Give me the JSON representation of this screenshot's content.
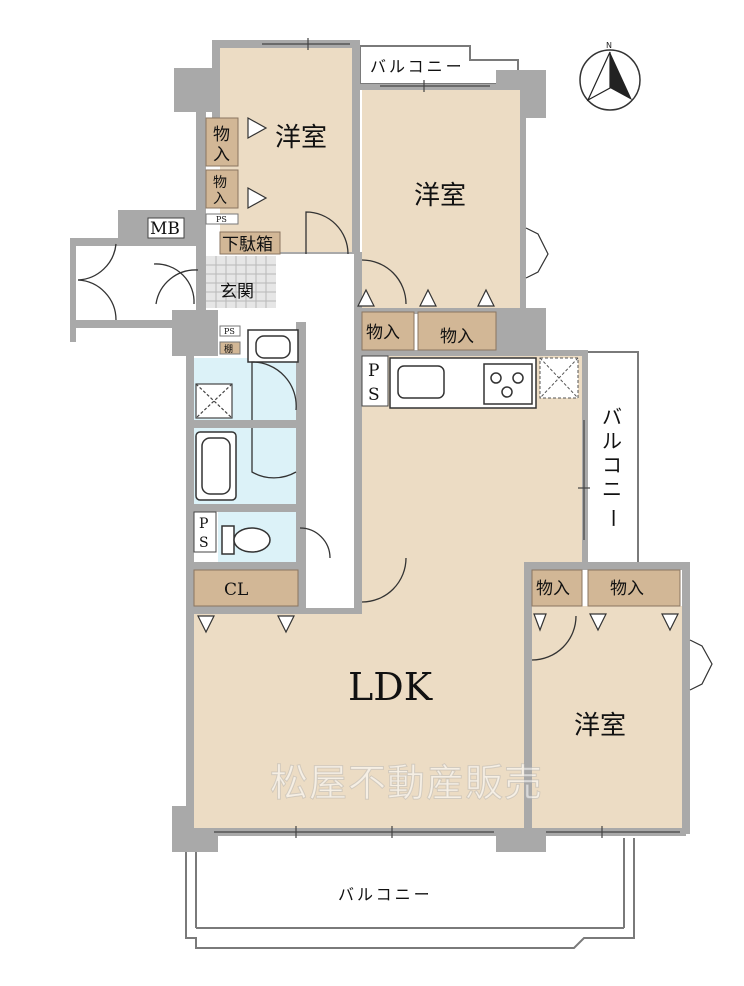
{
  "rooms": {
    "western_1": "洋室",
    "western_2": "洋室",
    "western_3": "洋室",
    "ldk": "LDK",
    "entrance": "玄関",
    "shoe_box": "下駄箱",
    "meter_box": "MB",
    "closet": "CL"
  },
  "storage": {
    "s1a": "物",
    "s1b": "入",
    "s2a": "物",
    "s2b": "入",
    "s3": "物入",
    "s4": "物入",
    "s5": "物入",
    "s6": "物入"
  },
  "pipe_spaces": {
    "ps_kitchen_p": "P",
    "ps_kitchen_s": "S",
    "ps_toilet_p": "P",
    "ps_toilet_s": "S",
    "ps_small_1": "PS",
    "ps_small_2": "PS",
    "shelf": "棚"
  },
  "balconies": {
    "top": "バルコニー",
    "right": [
      "バ",
      "ル",
      "コ",
      "ニ",
      "ー"
    ],
    "bottom": "バルコニー"
  },
  "watermark": "松屋不動産販売",
  "colors": {
    "wall": "#a9a9a9",
    "room": "#ecdcc4",
    "storage": "#d2b796",
    "wet": "#dcf2f8",
    "tile": "#cfcfcf"
  }
}
